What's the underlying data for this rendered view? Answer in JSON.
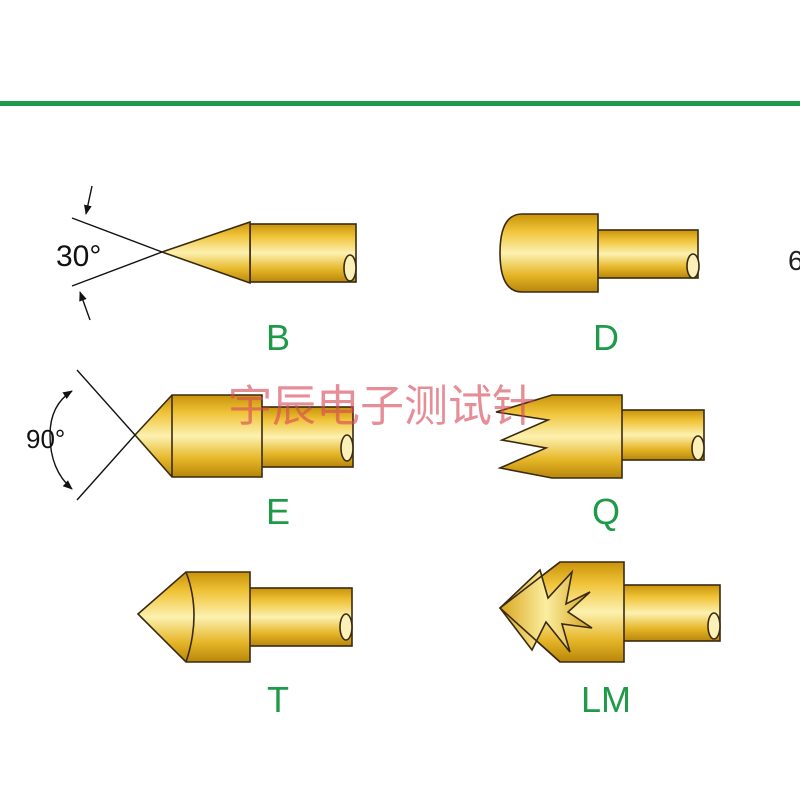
{
  "accent_color": "#1f9a48",
  "metal_colors": {
    "light": "#fbf0a8",
    "mid": "#e0ad1c",
    "dark": "#b8860b",
    "outline": "#3a2a10"
  },
  "angles": {
    "b_tip": "30°",
    "e_tip": "90°"
  },
  "tips": [
    {
      "code": "B"
    },
    {
      "code": "D"
    },
    {
      "code": "E"
    },
    {
      "code": "Q"
    },
    {
      "code": "T"
    },
    {
      "code": "LM"
    }
  ],
  "watermark": "宇辰电子测试针",
  "edge_text": "6"
}
